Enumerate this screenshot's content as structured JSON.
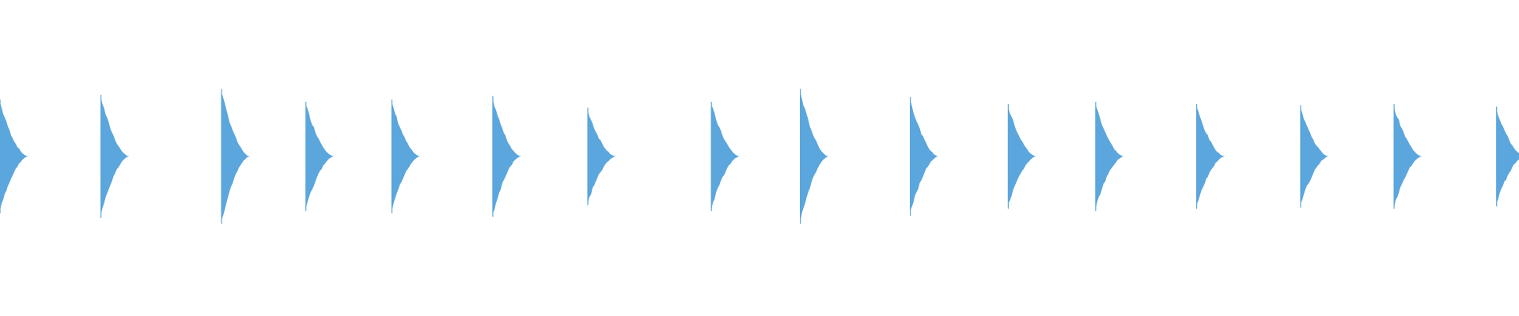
{
  "waveform": {
    "color": "#5ba6dd",
    "background": "#ffffff",
    "hits": [
      {
        "time": 0.0,
        "peak": 0.46
      },
      {
        "time": 0.067,
        "peak": 0.5
      },
      {
        "time": 0.147,
        "peak": 0.55
      },
      {
        "time": 0.203,
        "peak": 0.44
      },
      {
        "time": 0.26,
        "peak": 0.46
      },
      {
        "time": 0.327,
        "peak": 0.49
      },
      {
        "time": 0.39,
        "peak": 0.39
      },
      {
        "time": 0.472,
        "peak": 0.44
      },
      {
        "time": 0.531,
        "peak": 0.55
      },
      {
        "time": 0.604,
        "peak": 0.48
      },
      {
        "time": 0.669,
        "peak": 0.42
      },
      {
        "time": 0.727,
        "peak": 0.44
      },
      {
        "time": 0.794,
        "peak": 0.42
      },
      {
        "time": 0.863,
        "peak": 0.41
      },
      {
        "time": 0.925,
        "peak": 0.42
      },
      {
        "time": 0.993,
        "peak": 0.4
      }
    ]
  }
}
